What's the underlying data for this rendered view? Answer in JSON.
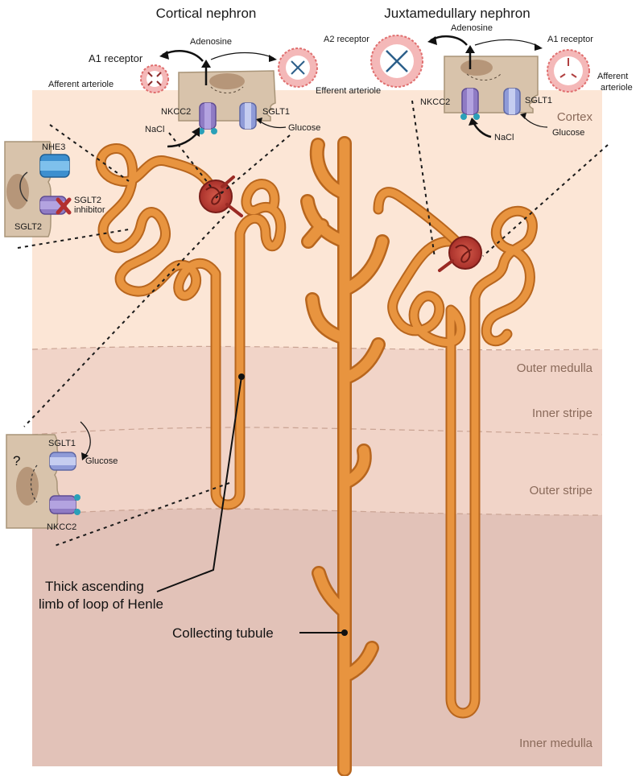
{
  "titles": {
    "cortical": "Cortical nephron",
    "juxtamedullary": "Juxtamedullary nephron"
  },
  "zones": {
    "cortex": "Cortex",
    "outer_medulla": "Outer medulla",
    "inner_stripe": "Inner stripe",
    "outer_stripe": "Outer stripe",
    "inner_medulla": "Inner medulla"
  },
  "left_panel": {
    "adenosine": "Adenosine",
    "a1_receptor": "A1 receptor",
    "afferent_arteriole": "Afferent arteriole",
    "efferent_arteriole": "Efferent arteriole",
    "nkcc2": "NKCC2",
    "sglt1": "SGLT1",
    "nacl": "NaCl",
    "glucose": "Glucose"
  },
  "right_panel": {
    "adenosine": "Adenosine",
    "a2_receptor": "A2 receptor",
    "a1_receptor": "A1 receptor",
    "afferent_line1": "Afferent",
    "afferent_line2": "arteriole",
    "nkcc2": "NKCC2",
    "sglt1": "SGLT1",
    "nacl": "NaCl",
    "glucose": "Glucose"
  },
  "pt_inset": {
    "nhe3": "NHE3",
    "sglt2": "SGLT2",
    "inhibitor_line1": "SGLT2",
    "inhibitor_line2": "inhibitor"
  },
  "tal_inset": {
    "question": "?",
    "sglt1": "SGLT1",
    "glucose": "Glucose",
    "nkcc2": "NKCC2"
  },
  "callouts": {
    "tal_line1": "Thick ascending",
    "tal_line2": "limb of loop of Henle",
    "collecting": "Collecting tubule"
  },
  "colors": {
    "cortex": "#fce6d6",
    "outer_medulla": "#f1d4c8",
    "inner_medulla": "#e2c2b8",
    "tubule": "#e8943f",
    "tubule_edge": "#b8661e",
    "cell": "#d8c3ab",
    "transporter_purple": "#8f7bc4",
    "nhe3_blue": "#3d8fcf",
    "glomerulus": "#a8302a",
    "arrow_blue": "#2c5f8a"
  }
}
